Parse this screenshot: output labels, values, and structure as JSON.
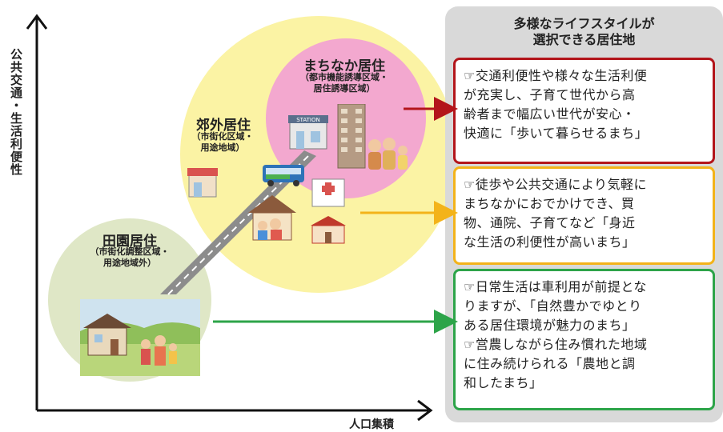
{
  "axes": {
    "y_label": "公共交通・生活利便性",
    "x_label": "人口集積"
  },
  "zones": {
    "rural": {
      "title": "田園居住",
      "subtitle": "（市街化調整区域・\n用途地域外）",
      "color": "#dfe7c6"
    },
    "suburban": {
      "title": "郊外居住",
      "subtitle": "（市街化区域・\n用途地域）",
      "color": "#fbf3a4"
    },
    "central": {
      "title": "まちなか居住",
      "subtitle": "（都市機能誘導区域・\n居住誘導区域）",
      "color": "#f3a8cf"
    }
  },
  "illustrations": {
    "station_sign": "STATION",
    "icons": [
      "station-icon",
      "apartment-building-icon",
      "elderly-family-icon",
      "shop-icon",
      "bus-icon",
      "hospital-icon",
      "family-house-icon",
      "school-icon",
      "road-icon",
      "farmhouse-icon",
      "farmer-family-icon"
    ]
  },
  "panel": {
    "title": "多様なライフスタイルが\n選択できる居住地",
    "boxes": [
      {
        "text": "☞交通利便性や様々な生活利便\nが充実し、子育て世代から高\n齢者まで幅広い世代が安心・\n快適に「歩いて暮らせるまち」",
        "color": "#b3151b"
      },
      {
        "text": "☞徒歩や公共交通により気軽に\nまちなかにおでかけでき、買\n物、通院、子育てなど「身近\nな生活の利便性が高いまち」",
        "color": "#f3b31a"
      },
      {
        "text": "☞日常生活は車利用が前提とな\nりますが、「自然豊かでゆとり\nある居住環境が魅力のまち」\n☞営農しながら住み慣れた地域\nに住み続けられる「農地と調\n和したまち」",
        "color": "#2da449"
      }
    ]
  }
}
